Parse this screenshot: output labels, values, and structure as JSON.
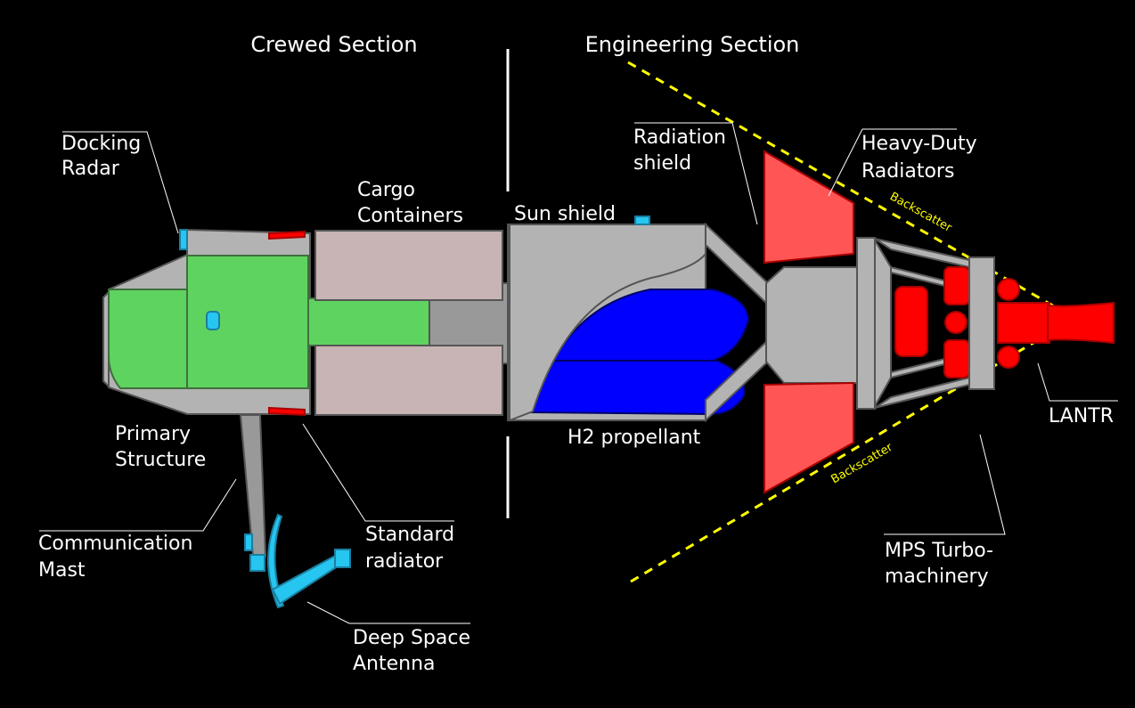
{
  "sections": {
    "crewed": "Crewed Section",
    "engineering": "Engineering Section"
  },
  "labels": {
    "docking_radar_1": "Docking",
    "docking_radar_2": "Radar",
    "cargo_1": "Cargo",
    "cargo_2": "Containers",
    "sun_shield": "Sun shield",
    "radiation_1": "Radiation",
    "radiation_2": "shield",
    "heavy_1": "Heavy-Duty",
    "heavy_2": "Radiators",
    "primary_1": "Primary",
    "primary_2": "Structure",
    "comm_1": "Communication",
    "comm_2": "Mast",
    "standard_1": "Standard",
    "standard_2": "radiator",
    "deep_1": "Deep Space",
    "deep_2": "Antenna",
    "h2": "H2 propellant",
    "lantr": "LANTR",
    "mps_1": "MPS Turbo-",
    "mps_2": "machinery",
    "backscatter_top": "Backscatter",
    "backscatter_bottom": "Backscatter"
  },
  "colors": {
    "background": "#000000",
    "structure": "#b3b3b3",
    "crew_module": "#5fd35f",
    "cargo": "#c8b4b4",
    "propellant": "#0000ff",
    "radiators": "#ff5555",
    "engine": "#ff0000",
    "antenna": "#26c6f0",
    "backscatter": "#ffff00"
  }
}
